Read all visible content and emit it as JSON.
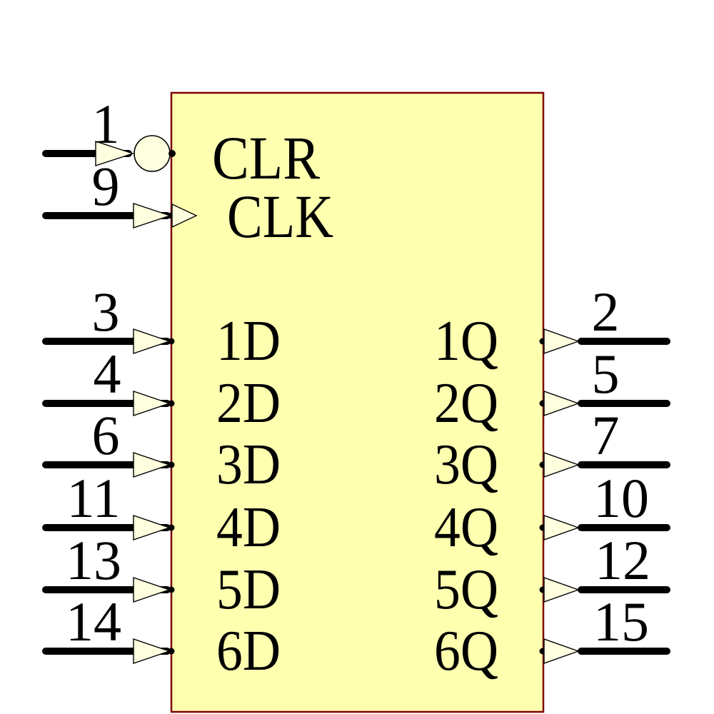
{
  "colors": {
    "body_fill": "#FFFFB0",
    "body_border": "#7F0000",
    "pin_arrow_fill": "#FFFFE0",
    "wire": "#000000",
    "text": "#000000"
  },
  "icons": {
    "inversion_bubble": "circle",
    "clock_edge": "open-triangle",
    "pin_arrow": "right-triangle"
  },
  "controls": {
    "clear": {
      "pin": "1",
      "label": "CLR"
    },
    "clock": {
      "pin": "9",
      "label": "CLK"
    }
  },
  "inputs": [
    {
      "pin": "3",
      "label": "1D"
    },
    {
      "pin": "4",
      "label": "2D"
    },
    {
      "pin": "6",
      "label": "3D"
    },
    {
      "pin": "11",
      "label": "4D"
    },
    {
      "pin": "13",
      "label": "5D"
    },
    {
      "pin": "14",
      "label": "6D"
    }
  ],
  "outputs": [
    {
      "pin": "2",
      "label": "1Q"
    },
    {
      "pin": "5",
      "label": "2Q"
    },
    {
      "pin": "7",
      "label": "3Q"
    },
    {
      "pin": "10",
      "label": "4Q"
    },
    {
      "pin": "12",
      "label": "5Q"
    },
    {
      "pin": "15",
      "label": "6Q"
    }
  ]
}
